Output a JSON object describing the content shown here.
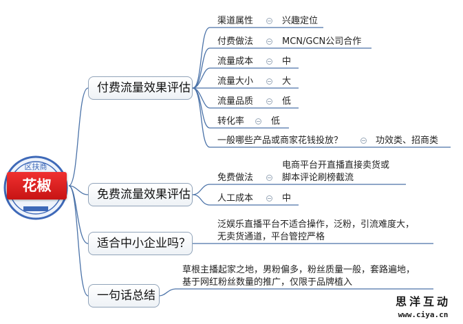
{
  "root": {
    "label": "花椒",
    "badge_text": "区扶商"
  },
  "branches": [
    {
      "label": "付费流量效果评估",
      "children": [
        {
          "label": "渠道属性",
          "value": "兴趣定位"
        },
        {
          "label": "付费做法",
          "value": "MCN/GCN公司合作"
        },
        {
          "label": "流量成本",
          "value": "中"
        },
        {
          "label": "流量大小",
          "value": "大"
        },
        {
          "label": "流量品质",
          "value": "低"
        },
        {
          "label": "转化率",
          "value": "低"
        },
        {
          "label": "一般哪些产品或商家花钱投放？",
          "value": "功效类、招商类"
        }
      ]
    },
    {
      "label": "免费流量效果评估",
      "children": [
        {
          "label": "免费做法",
          "value_lines": [
            "电商平台开直播直接卖货或",
            "脚本评论刷榜截流"
          ]
        },
        {
          "label": "人工成本",
          "value": "中"
        }
      ]
    },
    {
      "label": "适合中小企业吗？",
      "text_lines": [
        "泛娱乐直播平台不适合操作，泛粉，引流难度大，",
        "无卖货通道，平台管控严格"
      ]
    },
    {
      "label": "一句话总结",
      "text_lines": [
        "草根主播起家之地，男粉偏多，粉丝质量一般，套路遍地，",
        "基于网红粉丝数量的推广，仅限于品牌植入"
      ]
    }
  ],
  "watermark": {
    "name": "思洋互动",
    "url": "www.ciya.cn"
  },
  "colors": {
    "line": "#4a72a8",
    "branch_border": "#8fa2b8",
    "root": "#d81e1e"
  }
}
